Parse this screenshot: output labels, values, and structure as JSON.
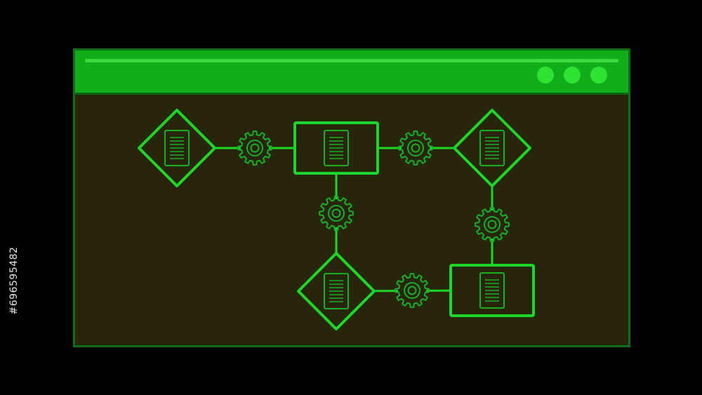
{
  "window": {
    "controls": [
      "window-button",
      "window-button",
      "window-button"
    ]
  },
  "colors": {
    "background": "#000000",
    "window_body": "#27250a",
    "titlebar": "#11ad1b",
    "stroke": "#1ed628",
    "icon_stroke": "#18b021"
  },
  "diagram": {
    "nodes": [
      {
        "id": "n1",
        "shape": "diamond",
        "icon": "document-icon"
      },
      {
        "id": "n2",
        "shape": "rectangle",
        "icon": "document-icon"
      },
      {
        "id": "n3",
        "shape": "diamond",
        "icon": "document-icon"
      },
      {
        "id": "n4",
        "shape": "diamond",
        "icon": "document-icon"
      },
      {
        "id": "n5",
        "shape": "rectangle",
        "icon": "document-icon"
      }
    ],
    "connectors": [
      {
        "from": "n1",
        "to": "n2",
        "icon": "gear-icon"
      },
      {
        "from": "n2",
        "to": "n3",
        "icon": "gear-icon"
      },
      {
        "from": "n2",
        "to": "n4",
        "icon": "gear-icon"
      },
      {
        "from": "n3",
        "to": "n5",
        "icon": "gear-icon"
      },
      {
        "from": "n4",
        "to": "n5",
        "icon": "gear-icon"
      }
    ]
  },
  "watermark": {
    "text": "#696595482"
  }
}
